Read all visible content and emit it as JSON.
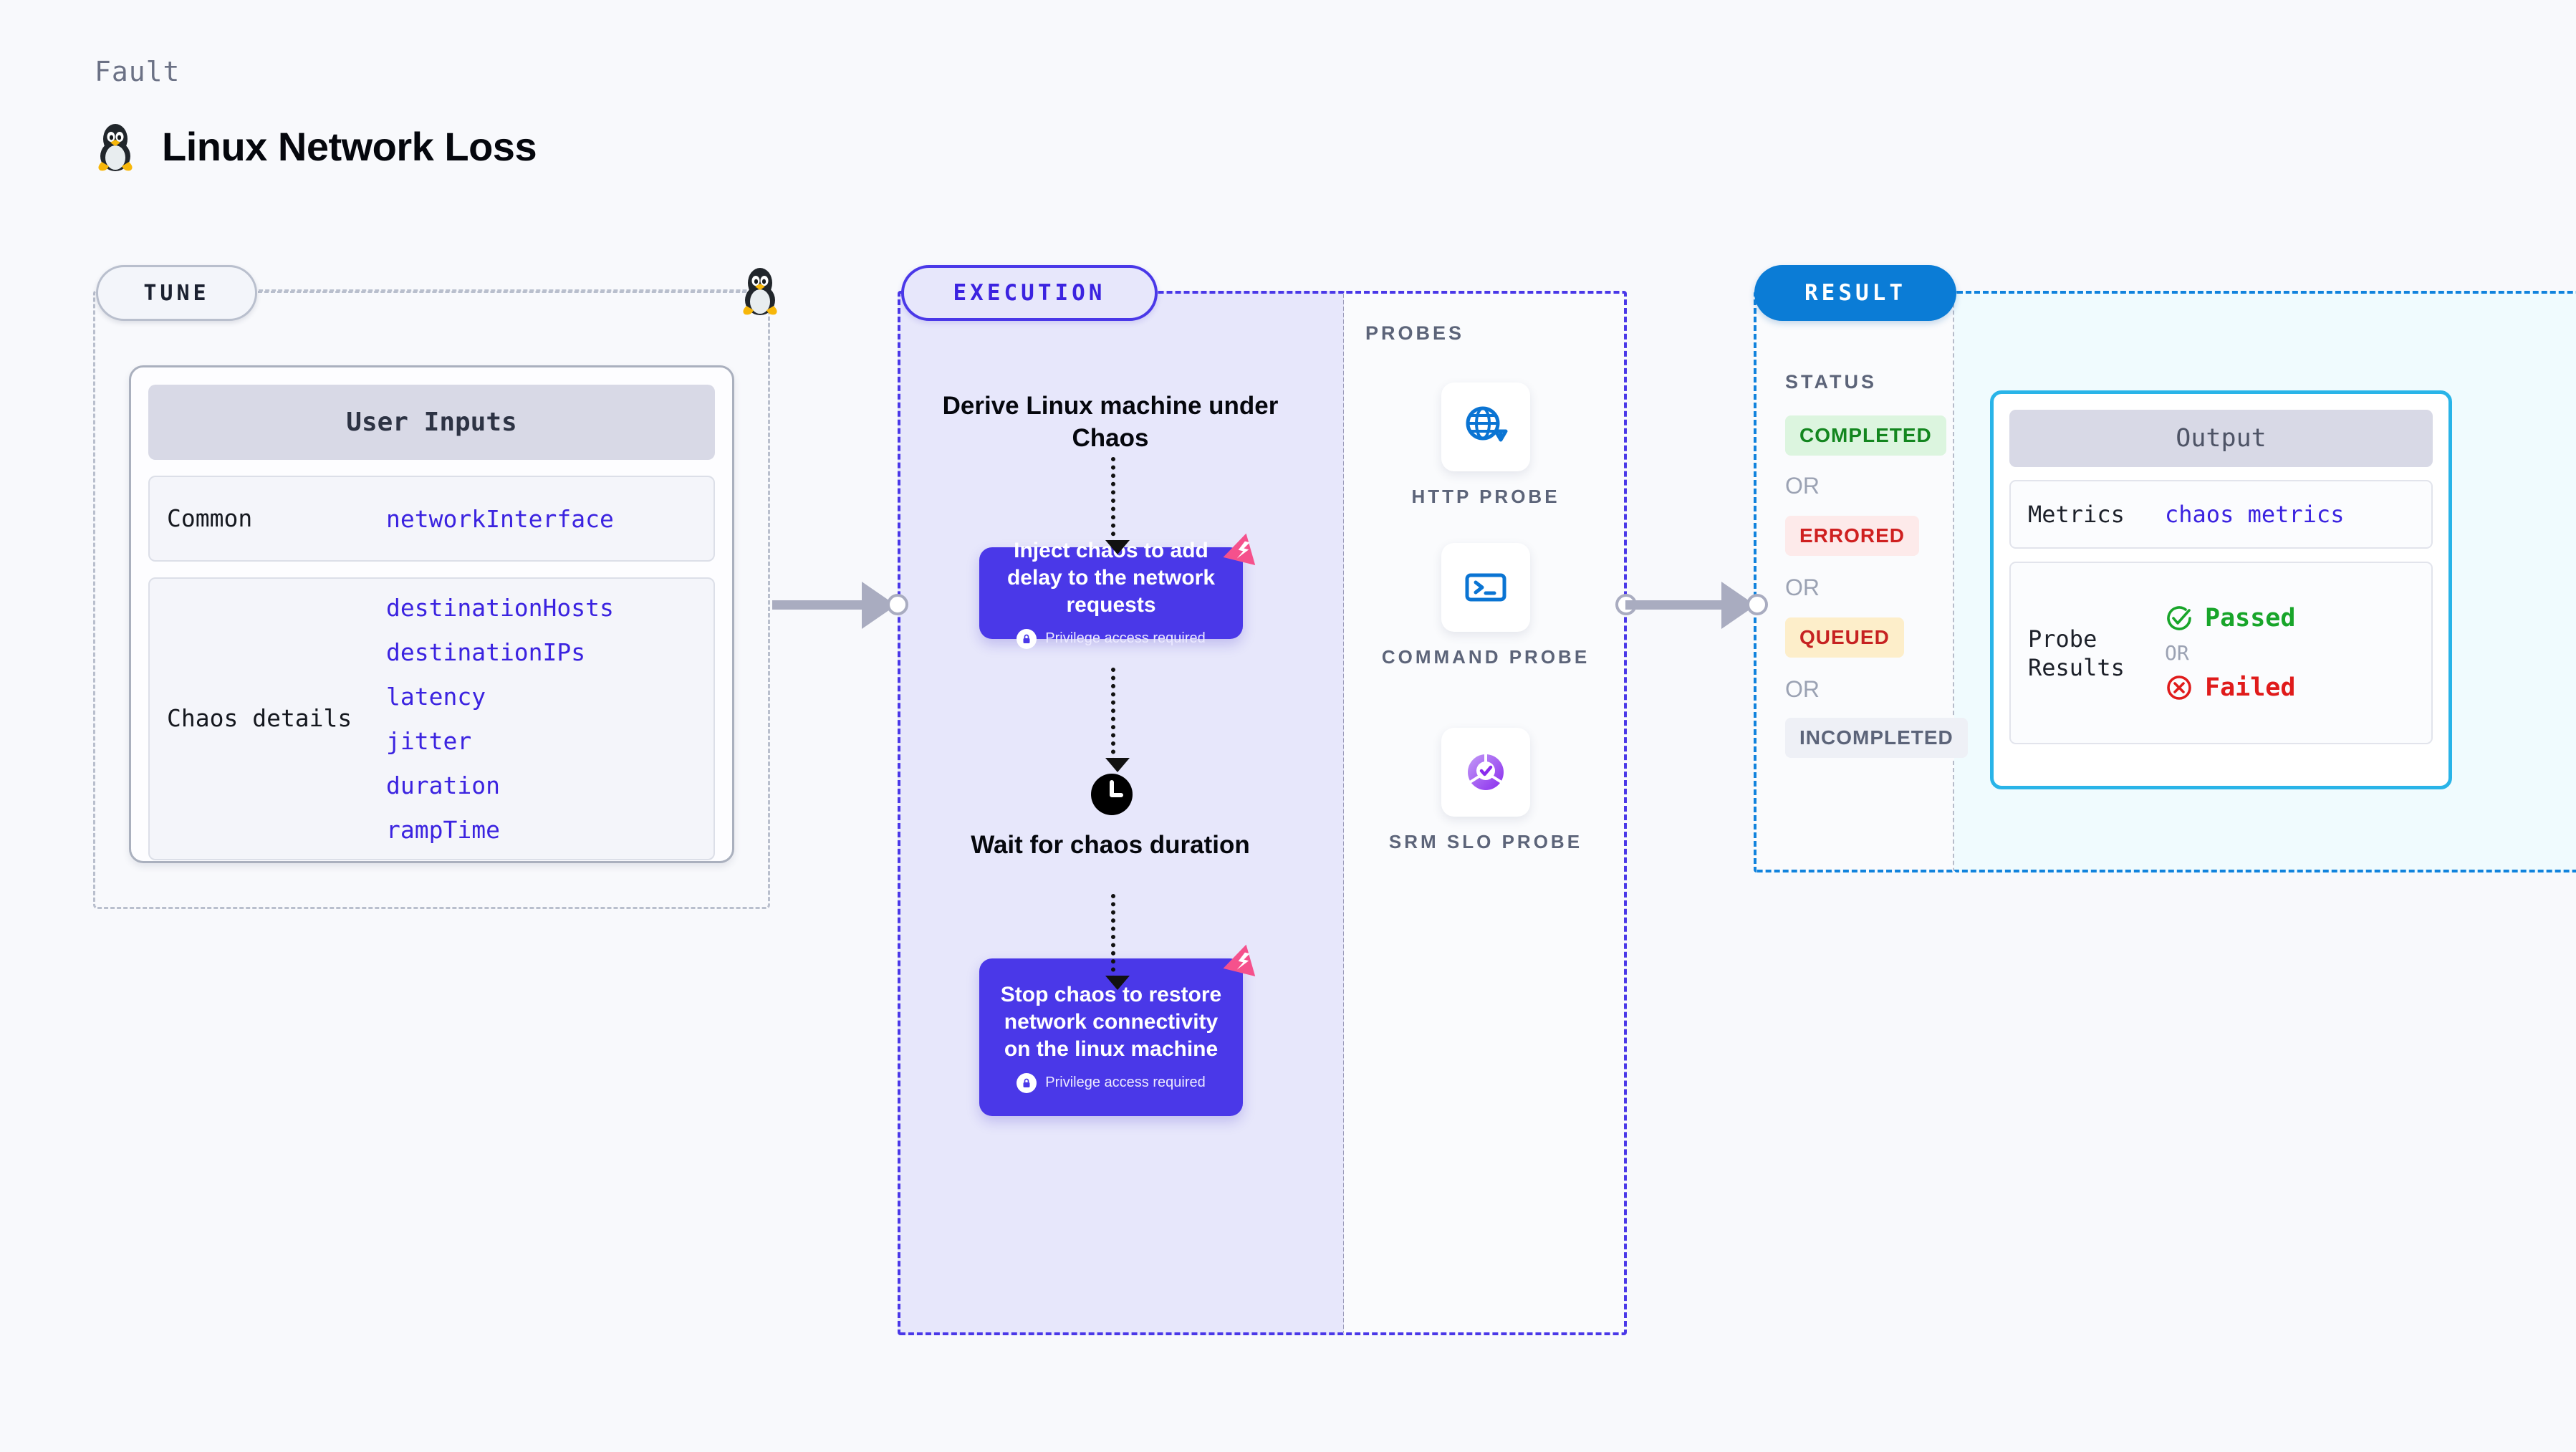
{
  "header": {
    "eyebrow": "Fault",
    "title": "Linux Network Loss",
    "icon": "linux-penguin-icon"
  },
  "tune": {
    "badge": "TUNE",
    "card_title": "User Inputs",
    "rows": [
      {
        "key": "Common",
        "values": [
          "networkInterface"
        ]
      },
      {
        "key": "Chaos details",
        "values": [
          "destinationHosts",
          "destinationIPs",
          "latency",
          "jitter",
          "duration",
          "rampTime"
        ]
      }
    ]
  },
  "execution": {
    "badge": "EXECUTION",
    "steps": [
      {
        "type": "title",
        "text": "Derive Linux machine under Chaos"
      },
      {
        "type": "node",
        "text": "Inject chaos to add delay to the network requests",
        "privilege": "Privilege access required",
        "badge_icon": "chaos-fault-icon"
      },
      {
        "type": "title",
        "text": "Wait for chaos duration",
        "icon": "clock-icon"
      },
      {
        "type": "node",
        "text": "Stop chaos to restore network connectivity on the linux machine",
        "privilege": "Privilege access required",
        "badge_icon": "chaos-fault-icon"
      }
    ]
  },
  "probes": {
    "label": "PROBES",
    "items": [
      {
        "name": "HTTP PROBE",
        "icon": "globe-warning-icon"
      },
      {
        "name": "COMMAND PROBE",
        "icon": "terminal-icon"
      },
      {
        "name": "SRM SLO PROBE",
        "icon": "slo-gauge-check-icon"
      }
    ]
  },
  "result": {
    "badge": "RESULT",
    "status_label": "STATUS",
    "or_text": "OR",
    "statuses": [
      {
        "label": "COMPLETED",
        "color": "#13861f",
        "bg": "#dcf5df"
      },
      {
        "label": "ERRORED",
        "color": "#cf2020",
        "bg": "#fdeaea"
      },
      {
        "label": "QUEUED",
        "color": "#c62222",
        "bg": "#fdeeca"
      },
      {
        "label": "INCOMPLETED",
        "color": "#5c6479",
        "bg": "#eef0f6"
      }
    ],
    "output": {
      "title": "Output",
      "metrics_key": "Metrics",
      "metrics_value": "chaos metrics",
      "probe_key": "Probe Results",
      "passed": "Passed",
      "failed": "Failed",
      "or_text": "OR"
    }
  },
  "colors": {
    "accent_purple": "#4a38e8",
    "accent_blue": "#0b7cd6",
    "cyan_border": "#29b4e8",
    "pink_badge": "#f5518c",
    "mono_value": "#3b23e0"
  }
}
